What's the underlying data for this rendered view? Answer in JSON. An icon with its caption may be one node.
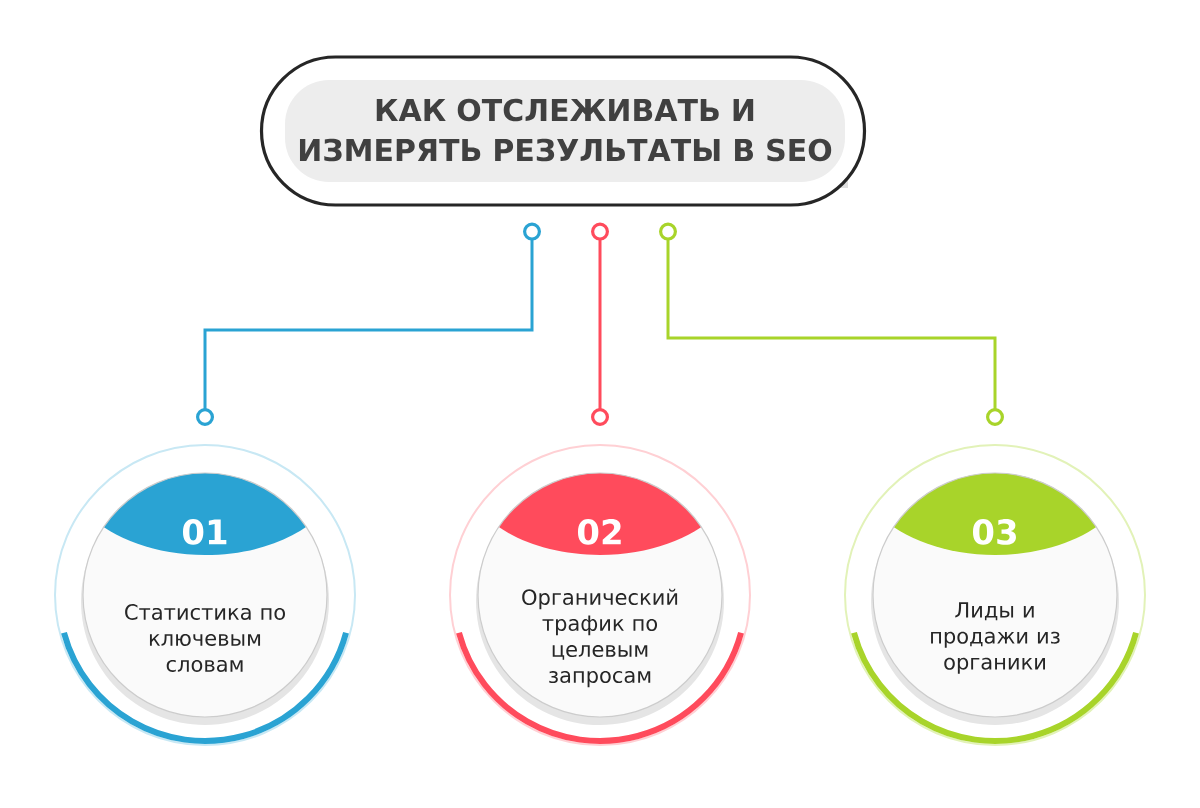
{
  "diagram": {
    "nodes": [
      {
        "text": [
          "КАК ОТСЛЕЖИВАТЬ И ИЗМЕРЯТЬ РЕЗУЛЬТАТЫ В SEO"
        ]
      },
      {
        "text": [
          "01",
          "Статистика по ключевым словам"
        ]
      },
      {
        "text": [
          "02",
          "Органический трафик по целевым запросам"
        ]
      },
      {
        "text": [
          "03",
          "Лиды и продажи из органики"
        ]
      }
    ],
    "edges": [
      {
        "from": 0,
        "to": 1,
        "arrow": "other",
        "color": "#2aa3d3"
      },
      {
        "from": 0,
        "to": 2,
        "arrow": "other",
        "color": "#ff4b5c"
      },
      {
        "from": 0,
        "to": 3,
        "arrow": "other",
        "color": "#a8d42a"
      }
    ]
  }
}
